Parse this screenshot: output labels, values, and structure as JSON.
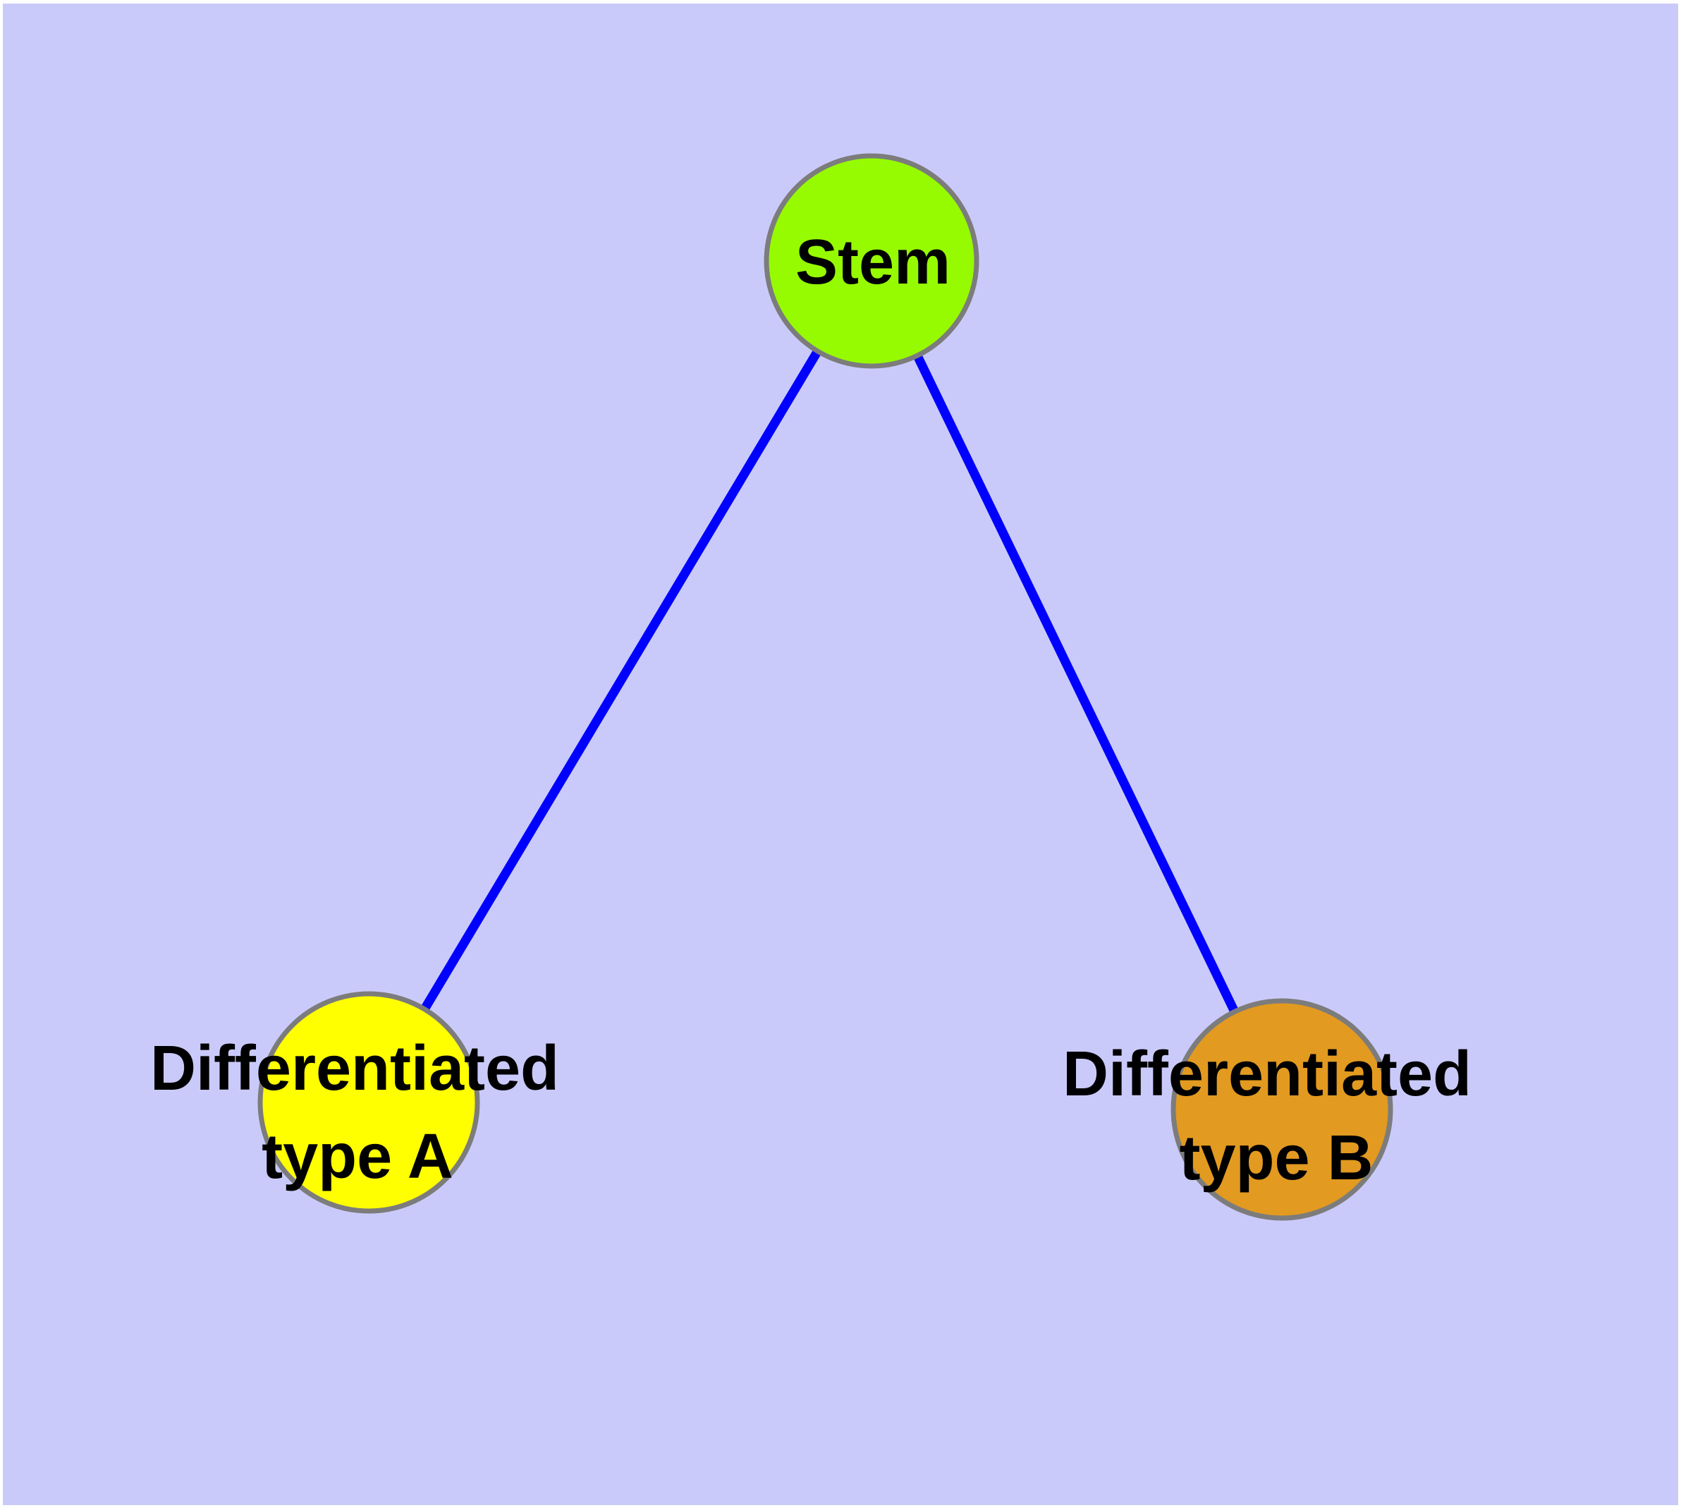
{
  "diagram": {
    "type": "node-link-graph",
    "plot_background_color": "#CACAFA",
    "page_margin_color": "#FFFFFF",
    "edge_color": "#0000FF",
    "node_border_color": "#7C7C7C",
    "label_color": "#000000",
    "nodes": [
      {
        "id": "stem",
        "label": "Stem",
        "fill": "#96FB00"
      },
      {
        "id": "differentiated-type-a",
        "label_line1": "Differentiated",
        "label_line2": "type A",
        "fill": "#FFFF00"
      },
      {
        "id": "differentiated-type-b",
        "label_line1": "Differentiated",
        "label_line2": "type B",
        "fill": "#E29A20"
      }
    ],
    "edges": [
      {
        "from": "stem",
        "to": "differentiated-type-a"
      },
      {
        "from": "stem",
        "to": "differentiated-type-b"
      }
    ]
  }
}
